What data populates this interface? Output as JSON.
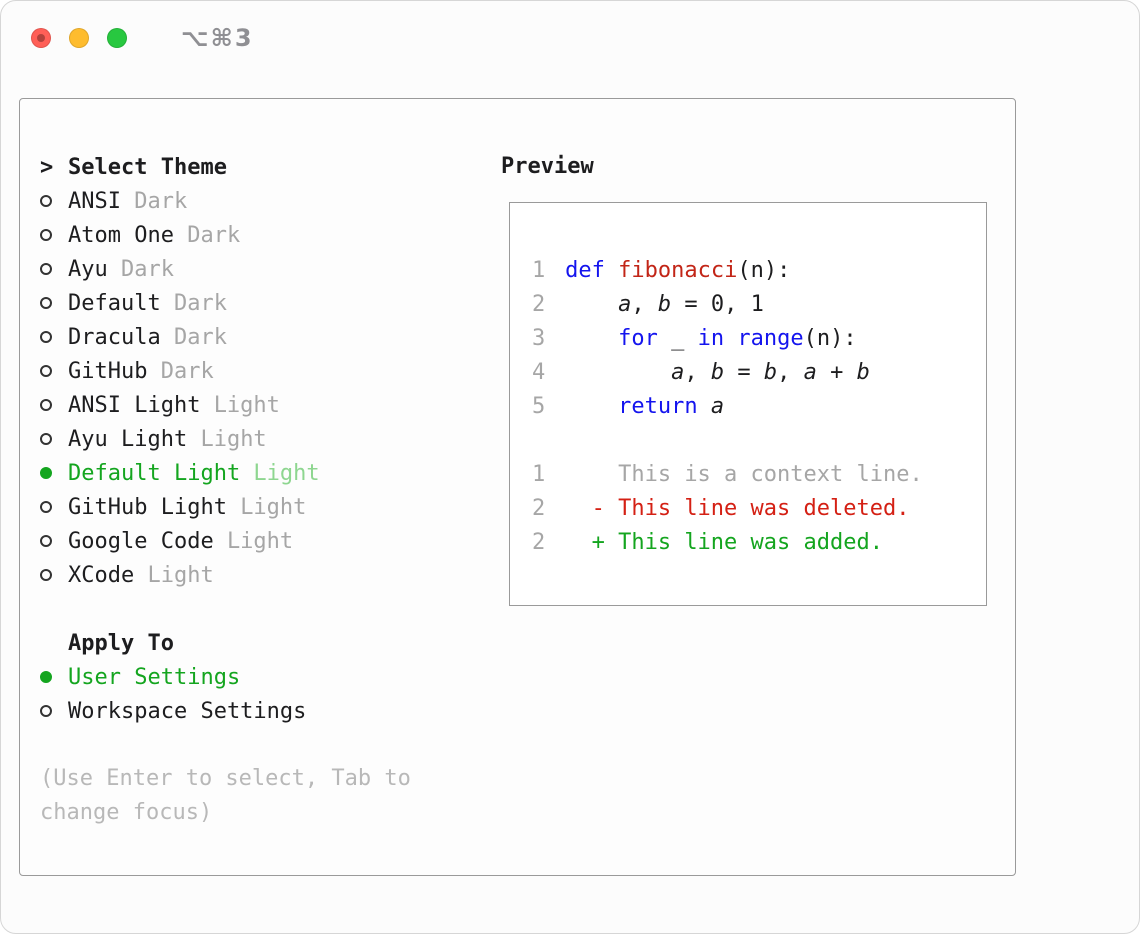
{
  "window": {
    "shortcut_label": "⌥⌘3"
  },
  "theme_selector": {
    "prompt_char": ">",
    "title": "Select Theme",
    "items": [
      {
        "name": "ANSI",
        "variant": "Dark",
        "selected": false
      },
      {
        "name": "Atom One",
        "variant": "Dark",
        "selected": false
      },
      {
        "name": "Ayu",
        "variant": "Dark",
        "selected": false
      },
      {
        "name": "Default",
        "variant": "Dark",
        "selected": false
      },
      {
        "name": "Dracula",
        "variant": "Dark",
        "selected": false
      },
      {
        "name": "GitHub",
        "variant": "Dark",
        "selected": false
      },
      {
        "name": "ANSI Light",
        "variant": "Light",
        "selected": false
      },
      {
        "name": "Ayu Light",
        "variant": "Light",
        "selected": false
      },
      {
        "name": "Default Light",
        "variant": "Light",
        "selected": true
      },
      {
        "name": "GitHub Light",
        "variant": "Light",
        "selected": false
      },
      {
        "name": "Google Code",
        "variant": "Light",
        "selected": false
      },
      {
        "name": "XCode",
        "variant": "Light",
        "selected": false
      }
    ]
  },
  "apply_to": {
    "title": "Apply To",
    "options": [
      {
        "label": "User Settings",
        "selected": true
      },
      {
        "label": "Workspace Settings",
        "selected": false
      }
    ]
  },
  "hint": "(Use Enter to select, Tab to change focus)",
  "preview": {
    "title": "Preview",
    "code_lines": [
      {
        "no": "1",
        "tokens": [
          {
            "text": "def",
            "style": "kw"
          },
          {
            "text": " ",
            "style": "plain"
          },
          {
            "text": "fibonacci",
            "style": "fn"
          },
          {
            "text": "(n):",
            "style": "plain"
          }
        ]
      },
      {
        "no": "2",
        "tokens": [
          {
            "text": "    ",
            "style": "plain"
          },
          {
            "text": "a",
            "style": "var"
          },
          {
            "text": ", ",
            "style": "plain"
          },
          {
            "text": "b",
            "style": "var"
          },
          {
            "text": " = 0, 1",
            "style": "plain"
          }
        ]
      },
      {
        "no": "3",
        "tokens": [
          {
            "text": "    ",
            "style": "plain"
          },
          {
            "text": "for",
            "style": "kw"
          },
          {
            "text": " _ ",
            "style": "plain"
          },
          {
            "text": "in",
            "style": "kw"
          },
          {
            "text": " ",
            "style": "plain"
          },
          {
            "text": "range",
            "style": "kw"
          },
          {
            "text": "(n):",
            "style": "plain"
          }
        ]
      },
      {
        "no": "4",
        "tokens": [
          {
            "text": "        ",
            "style": "plain"
          },
          {
            "text": "a",
            "style": "var"
          },
          {
            "text": ", ",
            "style": "plain"
          },
          {
            "text": "b",
            "style": "var"
          },
          {
            "text": " = ",
            "style": "plain"
          },
          {
            "text": "b",
            "style": "var"
          },
          {
            "text": ", ",
            "style": "plain"
          },
          {
            "text": "a",
            "style": "var"
          },
          {
            "text": " + ",
            "style": "plain"
          },
          {
            "text": "b",
            "style": "var"
          }
        ]
      },
      {
        "no": "5",
        "tokens": [
          {
            "text": "    ",
            "style": "plain"
          },
          {
            "text": "return",
            "style": "kw"
          },
          {
            "text": " ",
            "style": "plain"
          },
          {
            "text": "a",
            "style": "var"
          }
        ]
      }
    ],
    "diff_lines": [
      {
        "no": "1",
        "type": "context",
        "text": "    This is a context line."
      },
      {
        "no": "2",
        "type": "deleted",
        "text": "  - This line was deleted."
      },
      {
        "no": "2",
        "type": "added",
        "text": "  + This line was added."
      }
    ]
  },
  "colors": {
    "accent-green": "#14a51f",
    "accent-green-muted": "#8ed690",
    "keyword-blue": "#1414ee",
    "function-red": "#c22517",
    "deleted-red": "#d42014",
    "added-green": "#14a51f",
    "muted-gray": "#a6a6a6",
    "hint-gray": "#b8b8b8",
    "text": "#1d1d1f",
    "traffic-red": "#ff5f57",
    "traffic-yellow": "#febc2e",
    "traffic-green": "#28c840"
  }
}
